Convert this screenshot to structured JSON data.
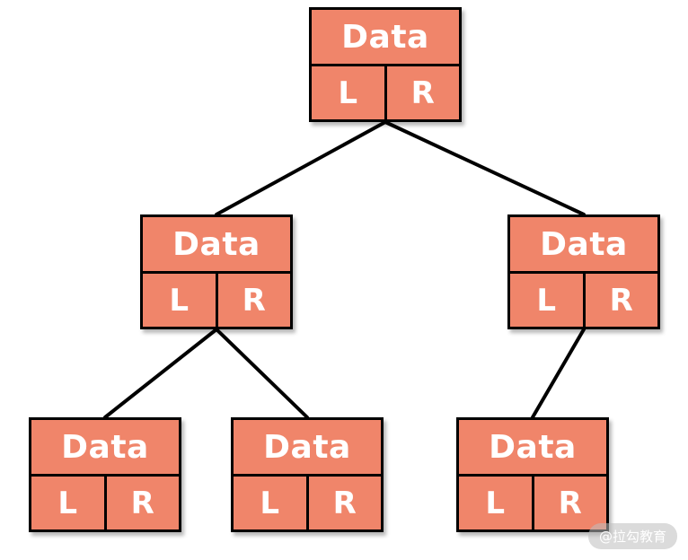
{
  "colors": {
    "node_fill": "#f0856a",
    "border": "#000000",
    "text": "#ffffff"
  },
  "nodes": [
    {
      "id": "root",
      "data_label": "Data",
      "left_label": "L",
      "right_label": "R"
    },
    {
      "id": "left-child",
      "data_label": "Data",
      "left_label": "L",
      "right_label": "R"
    },
    {
      "id": "right-child",
      "data_label": "Data",
      "left_label": "L",
      "right_label": "R"
    },
    {
      "id": "left-left-grandchild",
      "data_label": "Data",
      "left_label": "L",
      "right_label": "R"
    },
    {
      "id": "left-right-grandchild",
      "data_label": "Data",
      "left_label": "L",
      "right_label": "R"
    },
    {
      "id": "right-left-grandchild",
      "data_label": "Data",
      "left_label": "L",
      "right_label": "R"
    }
  ],
  "edges": [
    {
      "from": "root",
      "to": "left-child"
    },
    {
      "from": "root",
      "to": "right-child"
    },
    {
      "from": "left-child",
      "to": "left-left-grandchild"
    },
    {
      "from": "left-child",
      "to": "left-right-grandchild"
    },
    {
      "from": "right-child",
      "to": "right-left-grandchild"
    }
  ],
  "watermark": {
    "text": "@拉勾教育"
  }
}
